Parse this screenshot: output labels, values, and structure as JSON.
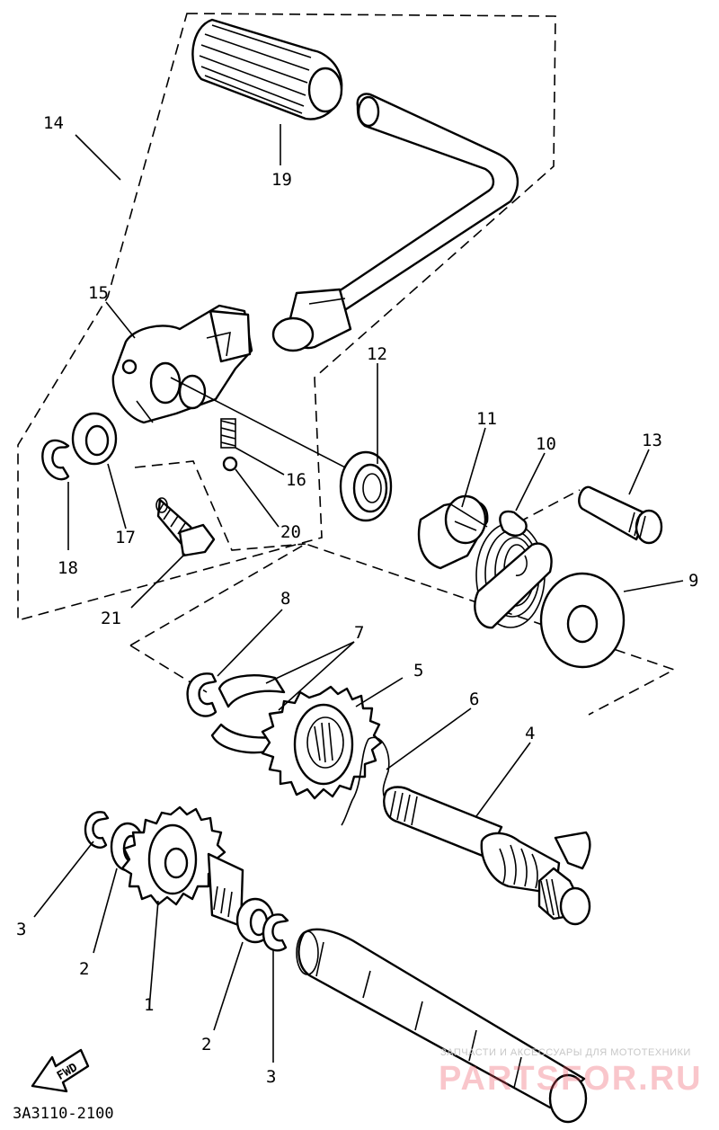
{
  "diagram": {
    "code": "3A3110-2100",
    "fwd_label": "FWD",
    "watermark": {
      "caption": "ЗАПЧАСТИ И АКСЕССУАРЫ ДЛЯ МОТОТЕХНИКИ",
      "site": "PARTSFOR.RU"
    },
    "callouts": [
      {
        "id": "c14",
        "text": "14"
      },
      {
        "id": "c19",
        "text": "19"
      },
      {
        "id": "c15",
        "text": "15"
      },
      {
        "id": "c12",
        "text": "12"
      },
      {
        "id": "c11",
        "text": "11"
      },
      {
        "id": "c10",
        "text": "10"
      },
      {
        "id": "c13",
        "text": "13"
      },
      {
        "id": "c16",
        "text": "16"
      },
      {
        "id": "c20",
        "text": "20"
      },
      {
        "id": "c17",
        "text": "17"
      },
      {
        "id": "c18",
        "text": "18"
      },
      {
        "id": "c21",
        "text": "21"
      },
      {
        "id": "c9",
        "text": "9"
      },
      {
        "id": "c8",
        "text": "8"
      },
      {
        "id": "c7",
        "text": "7"
      },
      {
        "id": "c5",
        "text": "5"
      },
      {
        "id": "c6",
        "text": "6"
      },
      {
        "id": "c4",
        "text": "4"
      },
      {
        "id": "c3a",
        "text": "3"
      },
      {
        "id": "c2a",
        "text": "2"
      },
      {
        "id": "c1",
        "text": "1"
      },
      {
        "id": "c2b",
        "text": "2"
      },
      {
        "id": "c3b",
        "text": "3"
      }
    ]
  }
}
